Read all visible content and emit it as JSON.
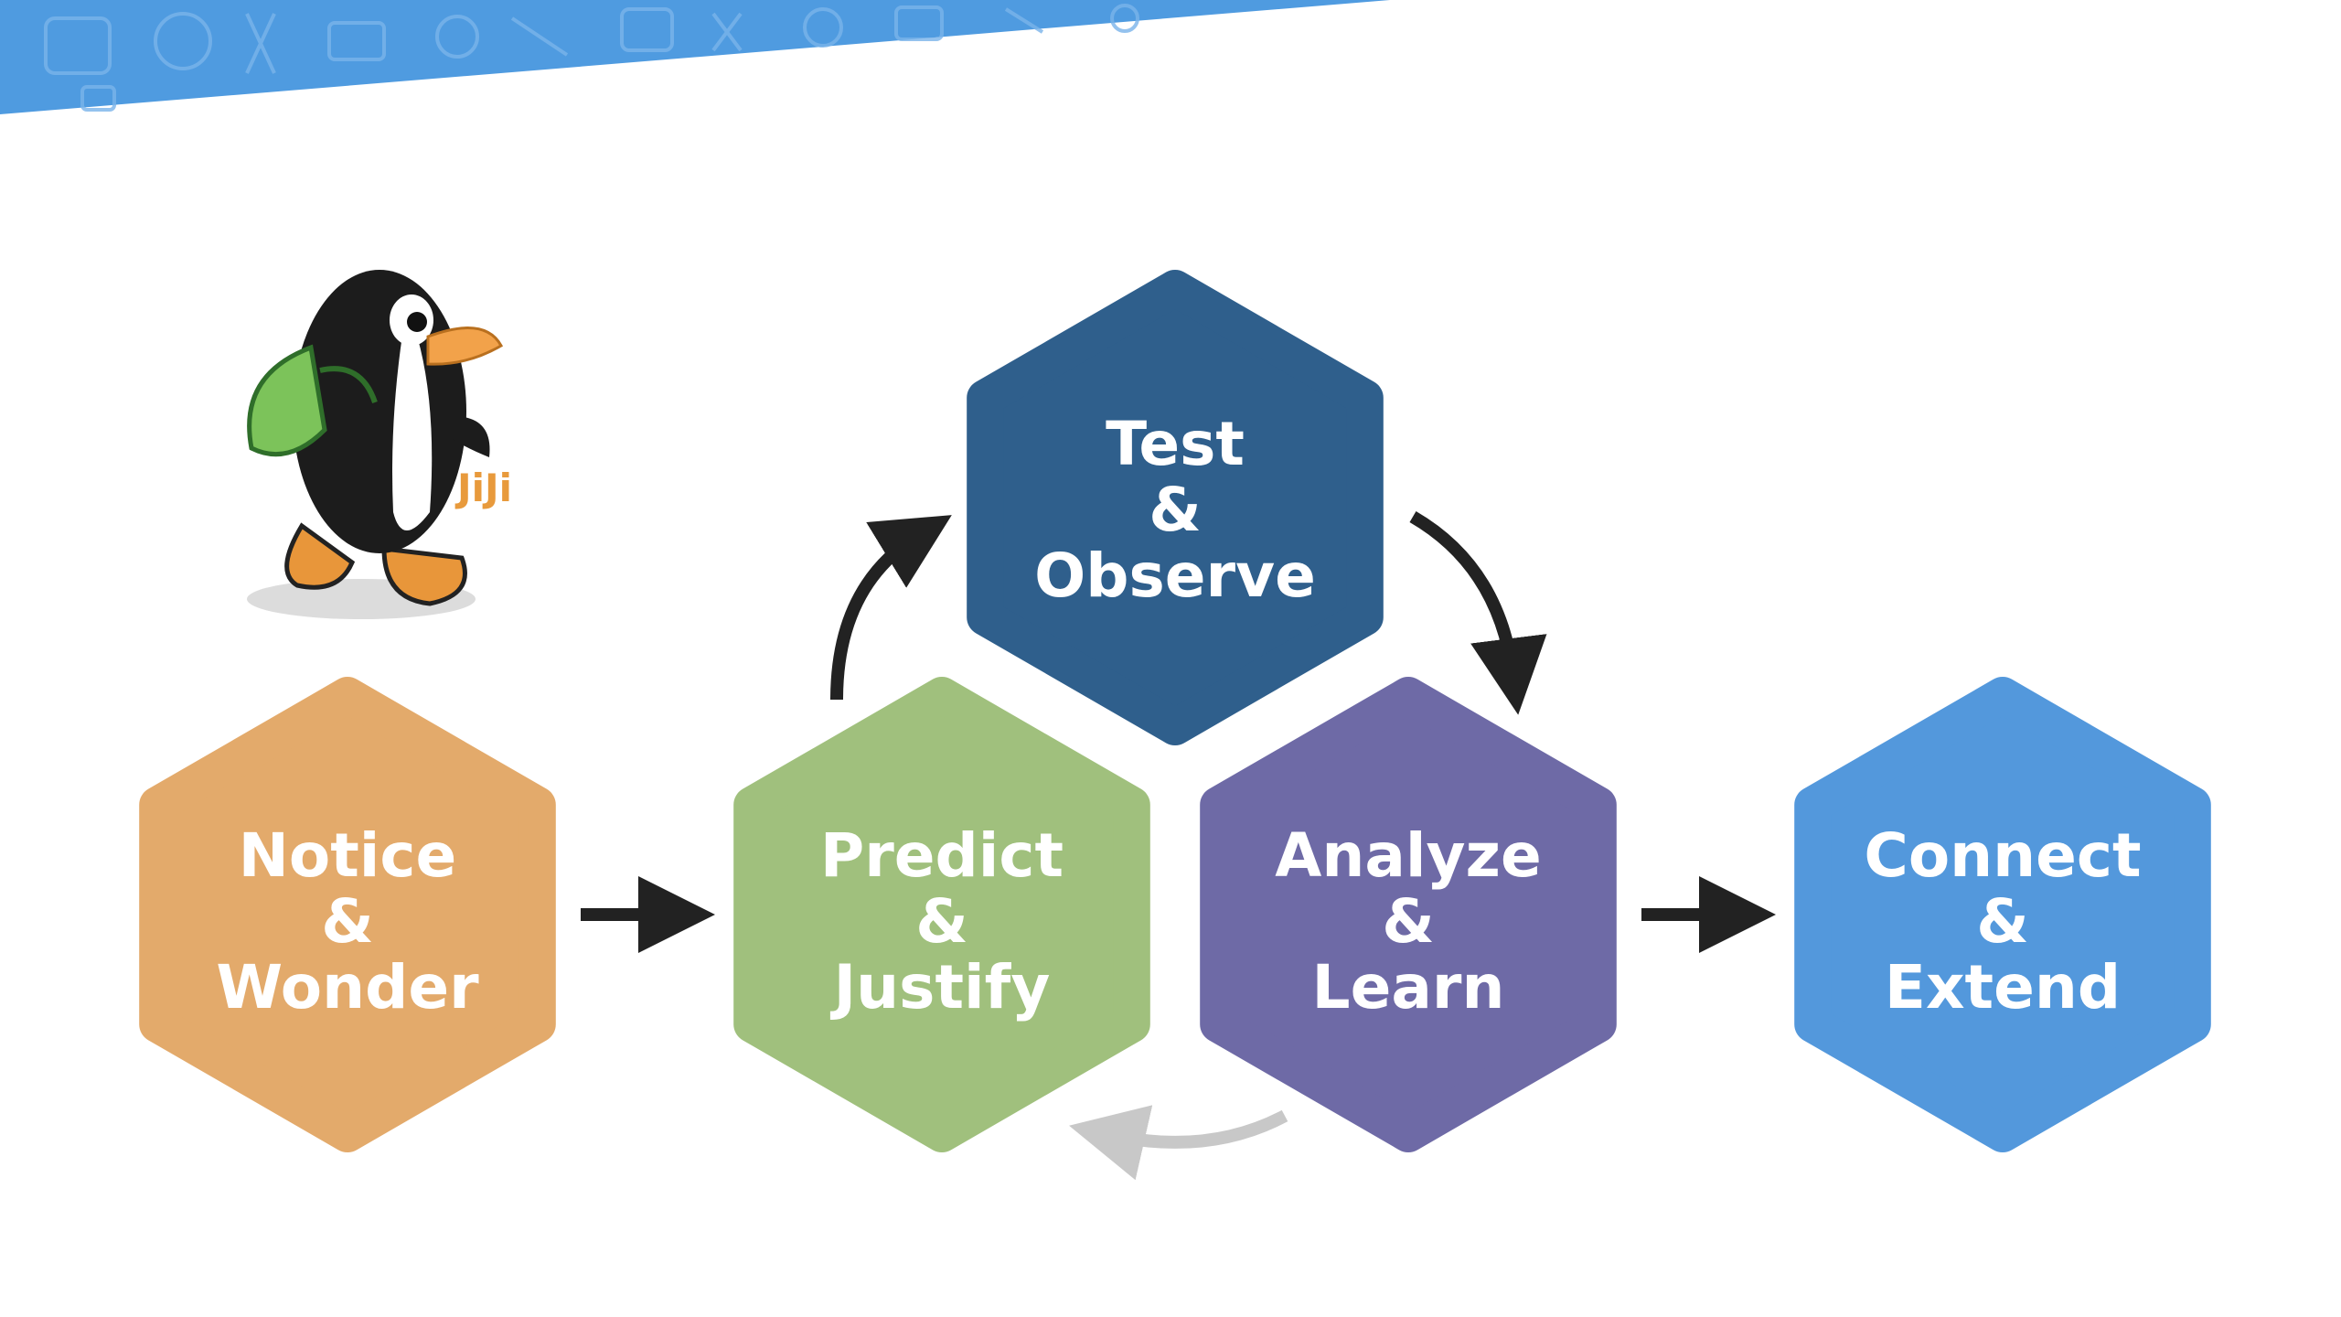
{
  "brand": {
    "mascot_name": "JiJi"
  },
  "colors": {
    "banner": "#4f9be0",
    "notice": "#e3aa6b",
    "predict": "#a0c07d",
    "test": "#2f5f8c",
    "analyze": "#6e6aa6",
    "connect": "#5398dc",
    "arrow_dark": "#222222",
    "arrow_light": "#c8c8c8"
  },
  "diagram": {
    "notice": {
      "line1": "Notice",
      "line2": "&",
      "line3": "Wonder"
    },
    "predict": {
      "line1": "Predict",
      "line2": "&",
      "line3": "Justify"
    },
    "test": {
      "line1": "Test",
      "line2": "&",
      "line3": "Observe"
    },
    "analyze": {
      "line1": "Analyze",
      "line2": "&",
      "line3": "Learn"
    },
    "connect": {
      "line1": "Connect",
      "line2": "&",
      "line3": "Extend"
    }
  }
}
